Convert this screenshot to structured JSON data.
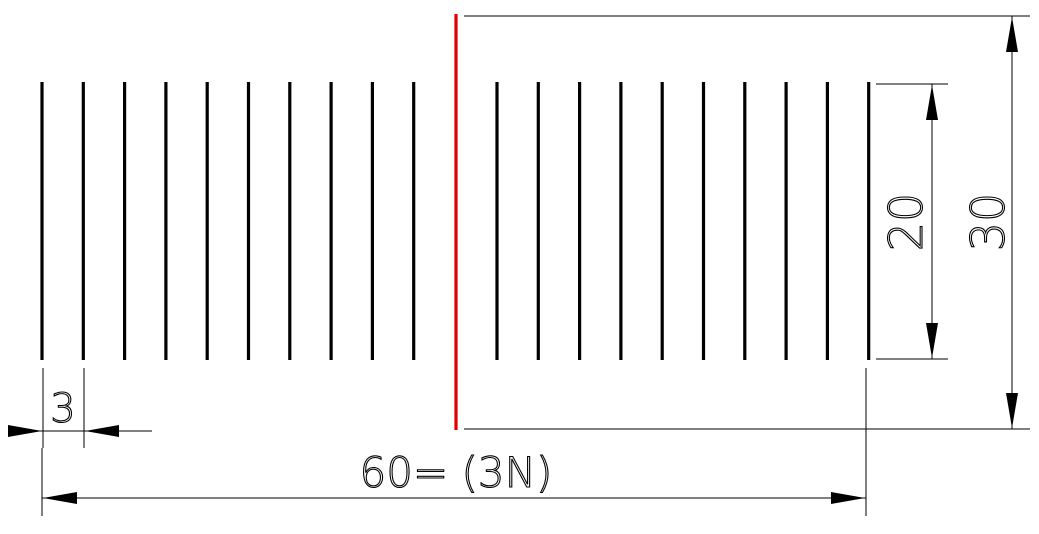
{
  "diagram": {
    "bar_count_left": 10,
    "bar_count_right": 10,
    "colors": {
      "bars": "#000000",
      "centerline": "#e00000",
      "dimension_lines": "#000000",
      "background": "#ffffff"
    },
    "dimensions": {
      "pitch_label": "3",
      "total_width_label": "60= (3N)",
      "bar_height_label": "20",
      "overall_height_label": "30"
    }
  }
}
